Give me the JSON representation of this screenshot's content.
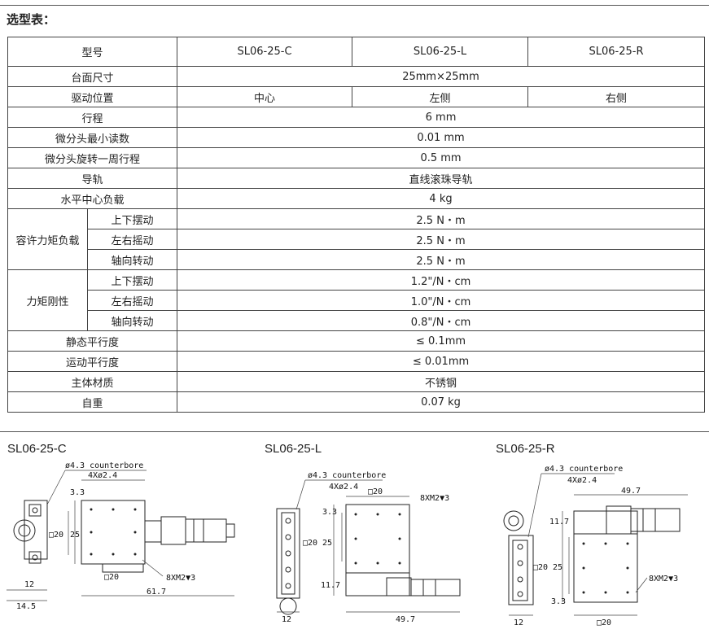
{
  "heading": "选型表：",
  "table": {
    "header": {
      "label": "型号",
      "models": [
        "SL06-25-C",
        "SL06-25-L",
        "SL06-25-R"
      ]
    },
    "table_size": {
      "label": "台面尺寸",
      "value": "25mm×25mm"
    },
    "drive_position": {
      "label": "驱动位置",
      "values": [
        "中心",
        "左侧",
        "右侧"
      ]
    },
    "travel": {
      "label": "行程",
      "value": "6 mm"
    },
    "micrometer_min_reading": {
      "label": "微分头最小读数",
      "value": "0.01 mm"
    },
    "micrometer_travel_per_turn": {
      "label": "微分头旋转一周行程",
      "value": "0.5 mm"
    },
    "guide": {
      "label": "导轨",
      "value": "直线滚珠导轨"
    },
    "center_load": {
      "label": "水平中心负载",
      "value": "4 kg"
    },
    "moment_load": {
      "group_label": "容许力矩负载",
      "rows": [
        {
          "label": "上下摆动",
          "value": "2.5 N・m"
        },
        {
          "label": "左右摇动",
          "value": "2.5 N・m"
        },
        {
          "label": "轴向转动",
          "value": "2.5 N・m"
        }
      ]
    },
    "moment_rigidity": {
      "group_label": "力矩刚性",
      "rows": [
        {
          "label": "上下摆动",
          "value": "1.2\"/N・cm"
        },
        {
          "label": "左右摇动",
          "value": "1.0\"/N・cm"
        },
        {
          "label": "轴向转动",
          "value": "0.8\"/N・cm"
        }
      ]
    },
    "static_parallelism": {
      "label": "静态平行度",
      "value": "≤ 0.1mm"
    },
    "dynamic_parallelism": {
      "label": "运动平行度",
      "value": "≤ 0.01mm"
    },
    "material": {
      "label": "主体材质",
      "value": "不锈钢"
    },
    "weight": {
      "label": "自重",
      "value": "0.07 kg"
    }
  },
  "drawings": {
    "c": {
      "title": "SL06-25-C",
      "counterbore": "ø4.3 counterbore",
      "holes": "4Xø2.4",
      "tap": "8XM2▼3",
      "dims": {
        "d33": "3.3",
        "d25": "25",
        "sq20": "□20",
        "sq20_bottom": "□20",
        "d12": "12",
        "d145": "14.5",
        "d617": "61.7"
      }
    },
    "l": {
      "title": "SL06-25-L",
      "counterbore": "ø4.3 counterbore",
      "holes": "4Xø2.4",
      "sq20_top": "□20",
      "tap": "8XM2▼3",
      "dims": {
        "d33": "3.3",
        "sq20": "□20",
        "d25": "25",
        "d117": "11.7",
        "d12": "12",
        "d497": "49.7"
      }
    },
    "r": {
      "title": "SL06-25-R",
      "counterbore": "ø4.3 counterbore",
      "holes": "4Xø2.4",
      "tap": "8XM2▼3",
      "dims": {
        "d497": "49.7",
        "d117": "11.7",
        "sq20": "□20",
        "d25": "25",
        "d33": "3.3",
        "d12": "12",
        "sq20_bottom": "□20"
      }
    }
  }
}
